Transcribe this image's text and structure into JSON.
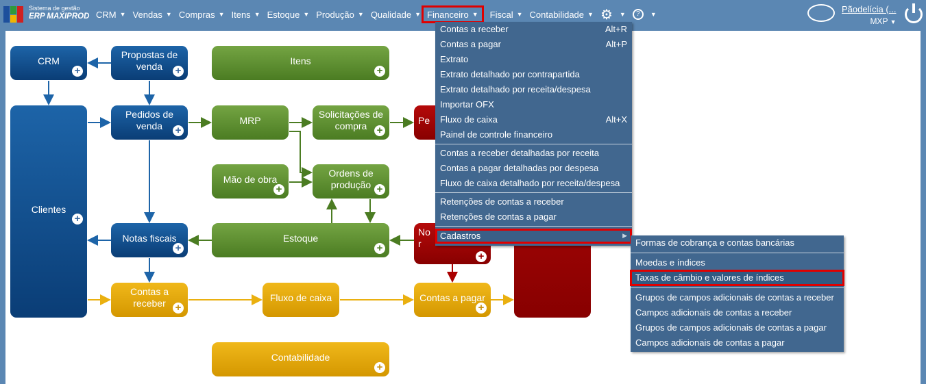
{
  "logo": {
    "line1": "Sistema de gestão",
    "line2": "ERP MAXIPROD"
  },
  "nav": [
    "CRM",
    "Vendas",
    "Compras",
    "Itens",
    "Estoque",
    "Produção",
    "Qualidade",
    "Financeiro",
    "Fiscal",
    "Contabilidade"
  ],
  "user": {
    "company": "Pãodelícia (...",
    "org": "MXP"
  },
  "menu": {
    "items": [
      {
        "label": "Contas a receber",
        "shortcut": "Alt+R"
      },
      {
        "label": "Contas a pagar",
        "shortcut": "Alt+P"
      },
      {
        "label": "Extrato",
        "shortcut": ""
      },
      {
        "label": "Extrato detalhado por contrapartida",
        "shortcut": ""
      },
      {
        "label": "Extrato detalhado por receita/despesa",
        "shortcut": ""
      },
      {
        "label": "Importar OFX",
        "shortcut": ""
      },
      {
        "label": "Fluxo de caixa",
        "shortcut": "Alt+X"
      },
      {
        "label": "Painel de controle financeiro",
        "shortcut": ""
      },
      {
        "label": "Contas a receber detalhadas por receita"
      },
      {
        "label": "Contas a pagar detalhadas por despesa"
      },
      {
        "label": "Fluxo de caixa detalhado por receita/despesa"
      },
      {
        "label": "Retenções de contas a receber"
      },
      {
        "label": "Retenções de contas a pagar"
      },
      {
        "label": "Cadastros"
      }
    ]
  },
  "submenu": [
    "Formas de cobrança e contas bancárias",
    "Moedas e índices",
    "Taxas de câmbio e valores de índices",
    "Grupos de campos adicionais de contas a receber",
    "Campos adicionais de contas a receber",
    "Grupos de campos adicionais de contas a pagar",
    "Campos adicionais de contas a pagar"
  ],
  "diagram": {
    "crm": "CRM",
    "propostas": "Propostas de venda",
    "itens": "Itens",
    "clientes": "Clientes",
    "pedidos_venda": "Pedidos de venda",
    "mrp": "MRP",
    "solicitacoes": "Solicitações de compra",
    "pedidos_compra": "Pe",
    "mao_obra": "Mão de obra",
    "ordens": "Ordens de produção",
    "notas": "Notas fiscais",
    "estoque": "Estoque",
    "notas_compra": "No r",
    "contas_receber": "Contas a receber",
    "fluxo": "Fluxo de caixa",
    "contas_pagar": "Contas a pagar",
    "contabilidade": "Contabilidade"
  }
}
